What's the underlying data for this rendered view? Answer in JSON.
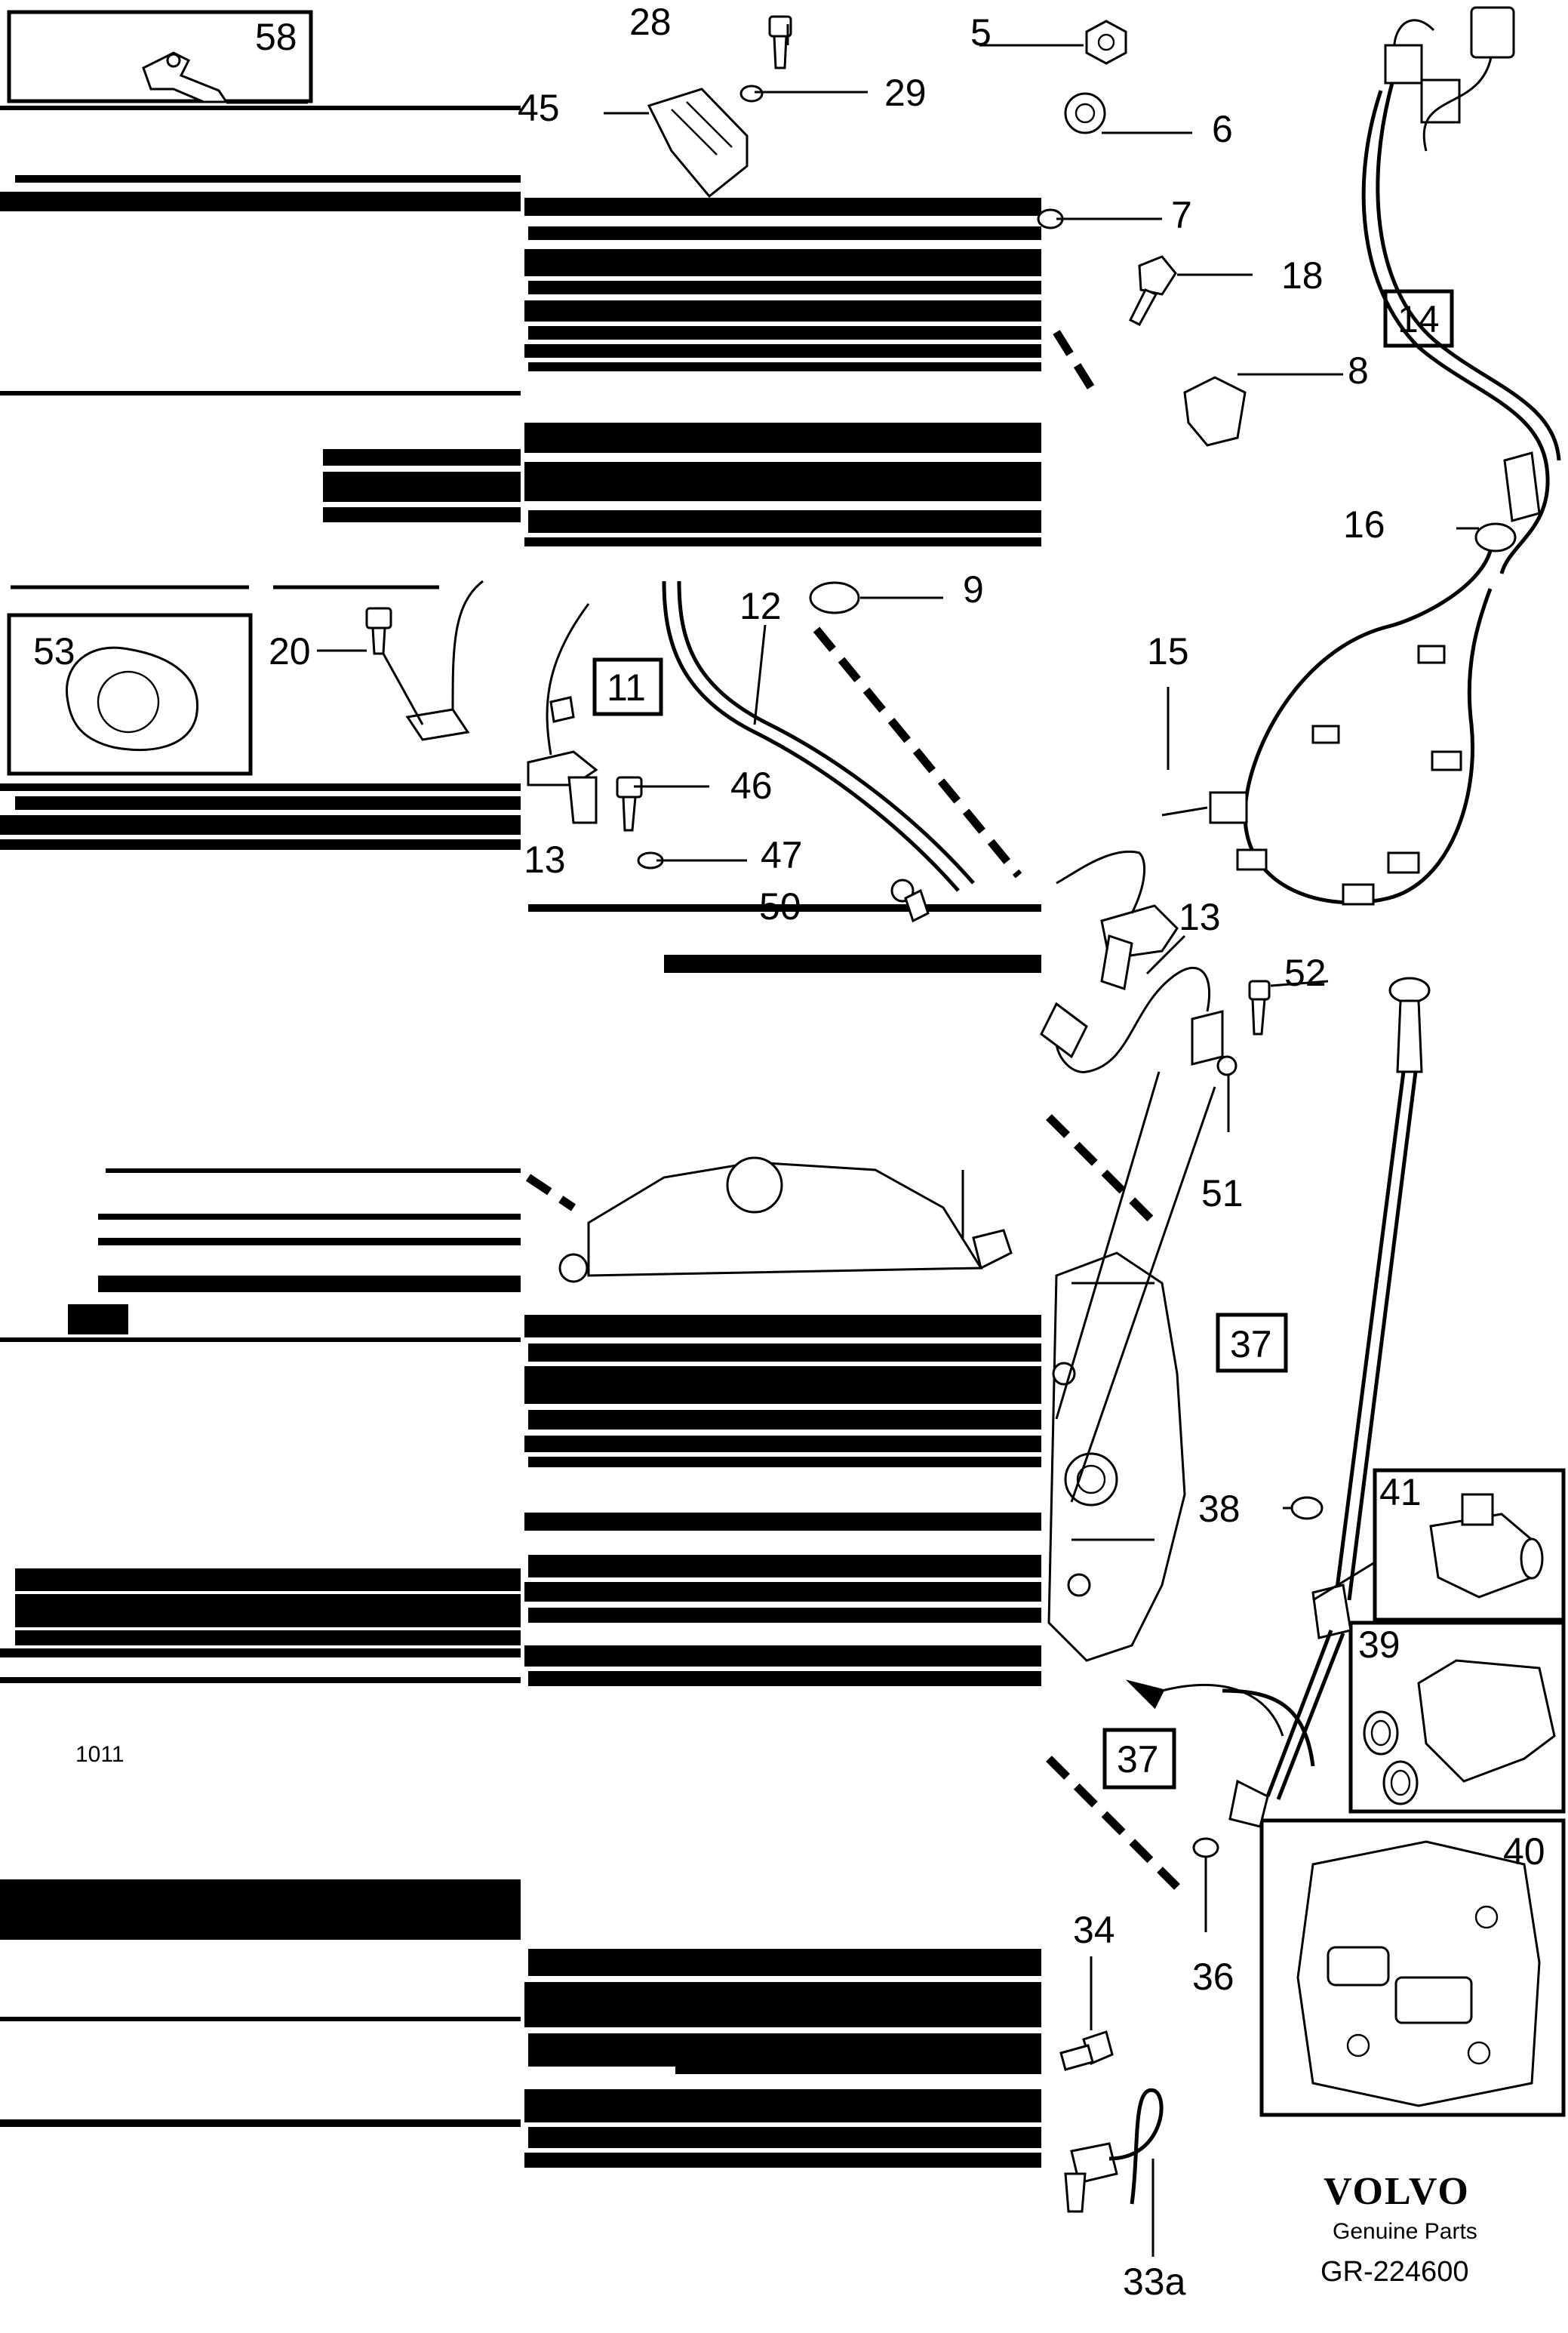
{
  "brand": {
    "name": "VOLVO",
    "tagline": "Genuine Parts",
    "reference": "GR-224600"
  },
  "callouts": [
    {
      "id": "c58",
      "text": "58"
    },
    {
      "id": "c45",
      "text": "45"
    },
    {
      "id": "c28",
      "text": "28"
    },
    {
      "id": "c29",
      "text": "29"
    },
    {
      "id": "c5",
      "text": "5"
    },
    {
      "id": "c6",
      "text": "6"
    },
    {
      "id": "c7",
      "text": "7"
    },
    {
      "id": "c18",
      "text": "18"
    },
    {
      "id": "c8",
      "text": "8"
    },
    {
      "id": "c14",
      "text": "14"
    },
    {
      "id": "c16",
      "text": "16"
    },
    {
      "id": "c9",
      "text": "9"
    },
    {
      "id": "c12",
      "text": "12"
    },
    {
      "id": "c11",
      "text": "11"
    },
    {
      "id": "c53",
      "text": "53"
    },
    {
      "id": "c20",
      "text": "20"
    },
    {
      "id": "c15",
      "text": "15"
    },
    {
      "id": "c46",
      "text": "46"
    },
    {
      "id": "c47",
      "text": "47"
    },
    {
      "id": "c13a",
      "text": "13"
    },
    {
      "id": "c50",
      "text": "50"
    },
    {
      "id": "c13b",
      "text": "13"
    },
    {
      "id": "c52",
      "text": "52"
    },
    {
      "id": "c51",
      "text": "51"
    },
    {
      "id": "c37a",
      "text": "37"
    },
    {
      "id": "c38",
      "text": "38"
    },
    {
      "id": "c41",
      "text": "41"
    },
    {
      "id": "c39",
      "text": "39"
    },
    {
      "id": "c37b",
      "text": "37"
    },
    {
      "id": "c40",
      "text": "40"
    },
    {
      "id": "c34",
      "text": "34"
    },
    {
      "id": "c36",
      "text": "36"
    },
    {
      "id": "c33a",
      "text": "33a"
    }
  ],
  "artifact_text": {
    "scan_fragment": "1011"
  }
}
